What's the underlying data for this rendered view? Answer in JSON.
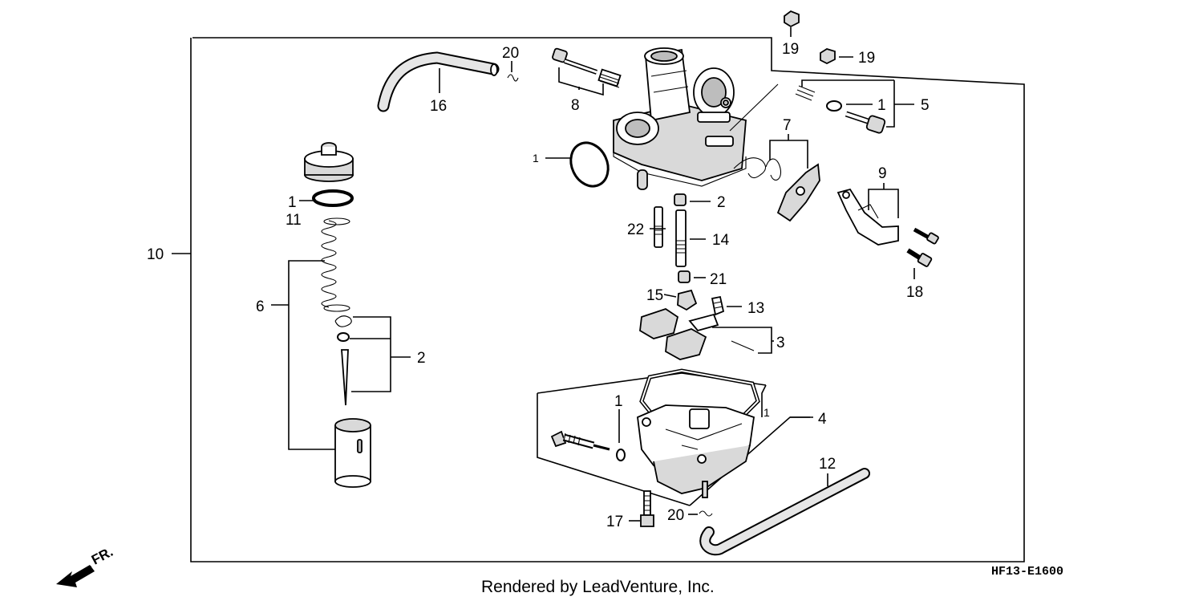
{
  "diagram_code": "HF13-E1600",
  "credit": "Rendered by LeadVenture, Inc.",
  "front_arrow_label": "FR.",
  "callouts": {
    "c10": "10",
    "c20_top": "20",
    "c16": "16",
    "c8": "8",
    "c19_a": "19",
    "c19_b": "19",
    "c1_screw": "1",
    "c5": "5",
    "c7": "7",
    "c9": "9",
    "c18": "18",
    "c1_oring_top": "1",
    "c2_seat": "2",
    "c22": "22",
    "c14": "14",
    "c21": "21",
    "c15": "15",
    "c13": "13",
    "c3": "3",
    "c1_cap": "1",
    "c11": "11",
    "c6": "6",
    "c2_needle": "2",
    "c4": "4",
    "c1_bowl_oring": "1",
    "c1_gasket": "1",
    "c12": "12",
    "c17": "17",
    "c20_bottom": "20"
  }
}
